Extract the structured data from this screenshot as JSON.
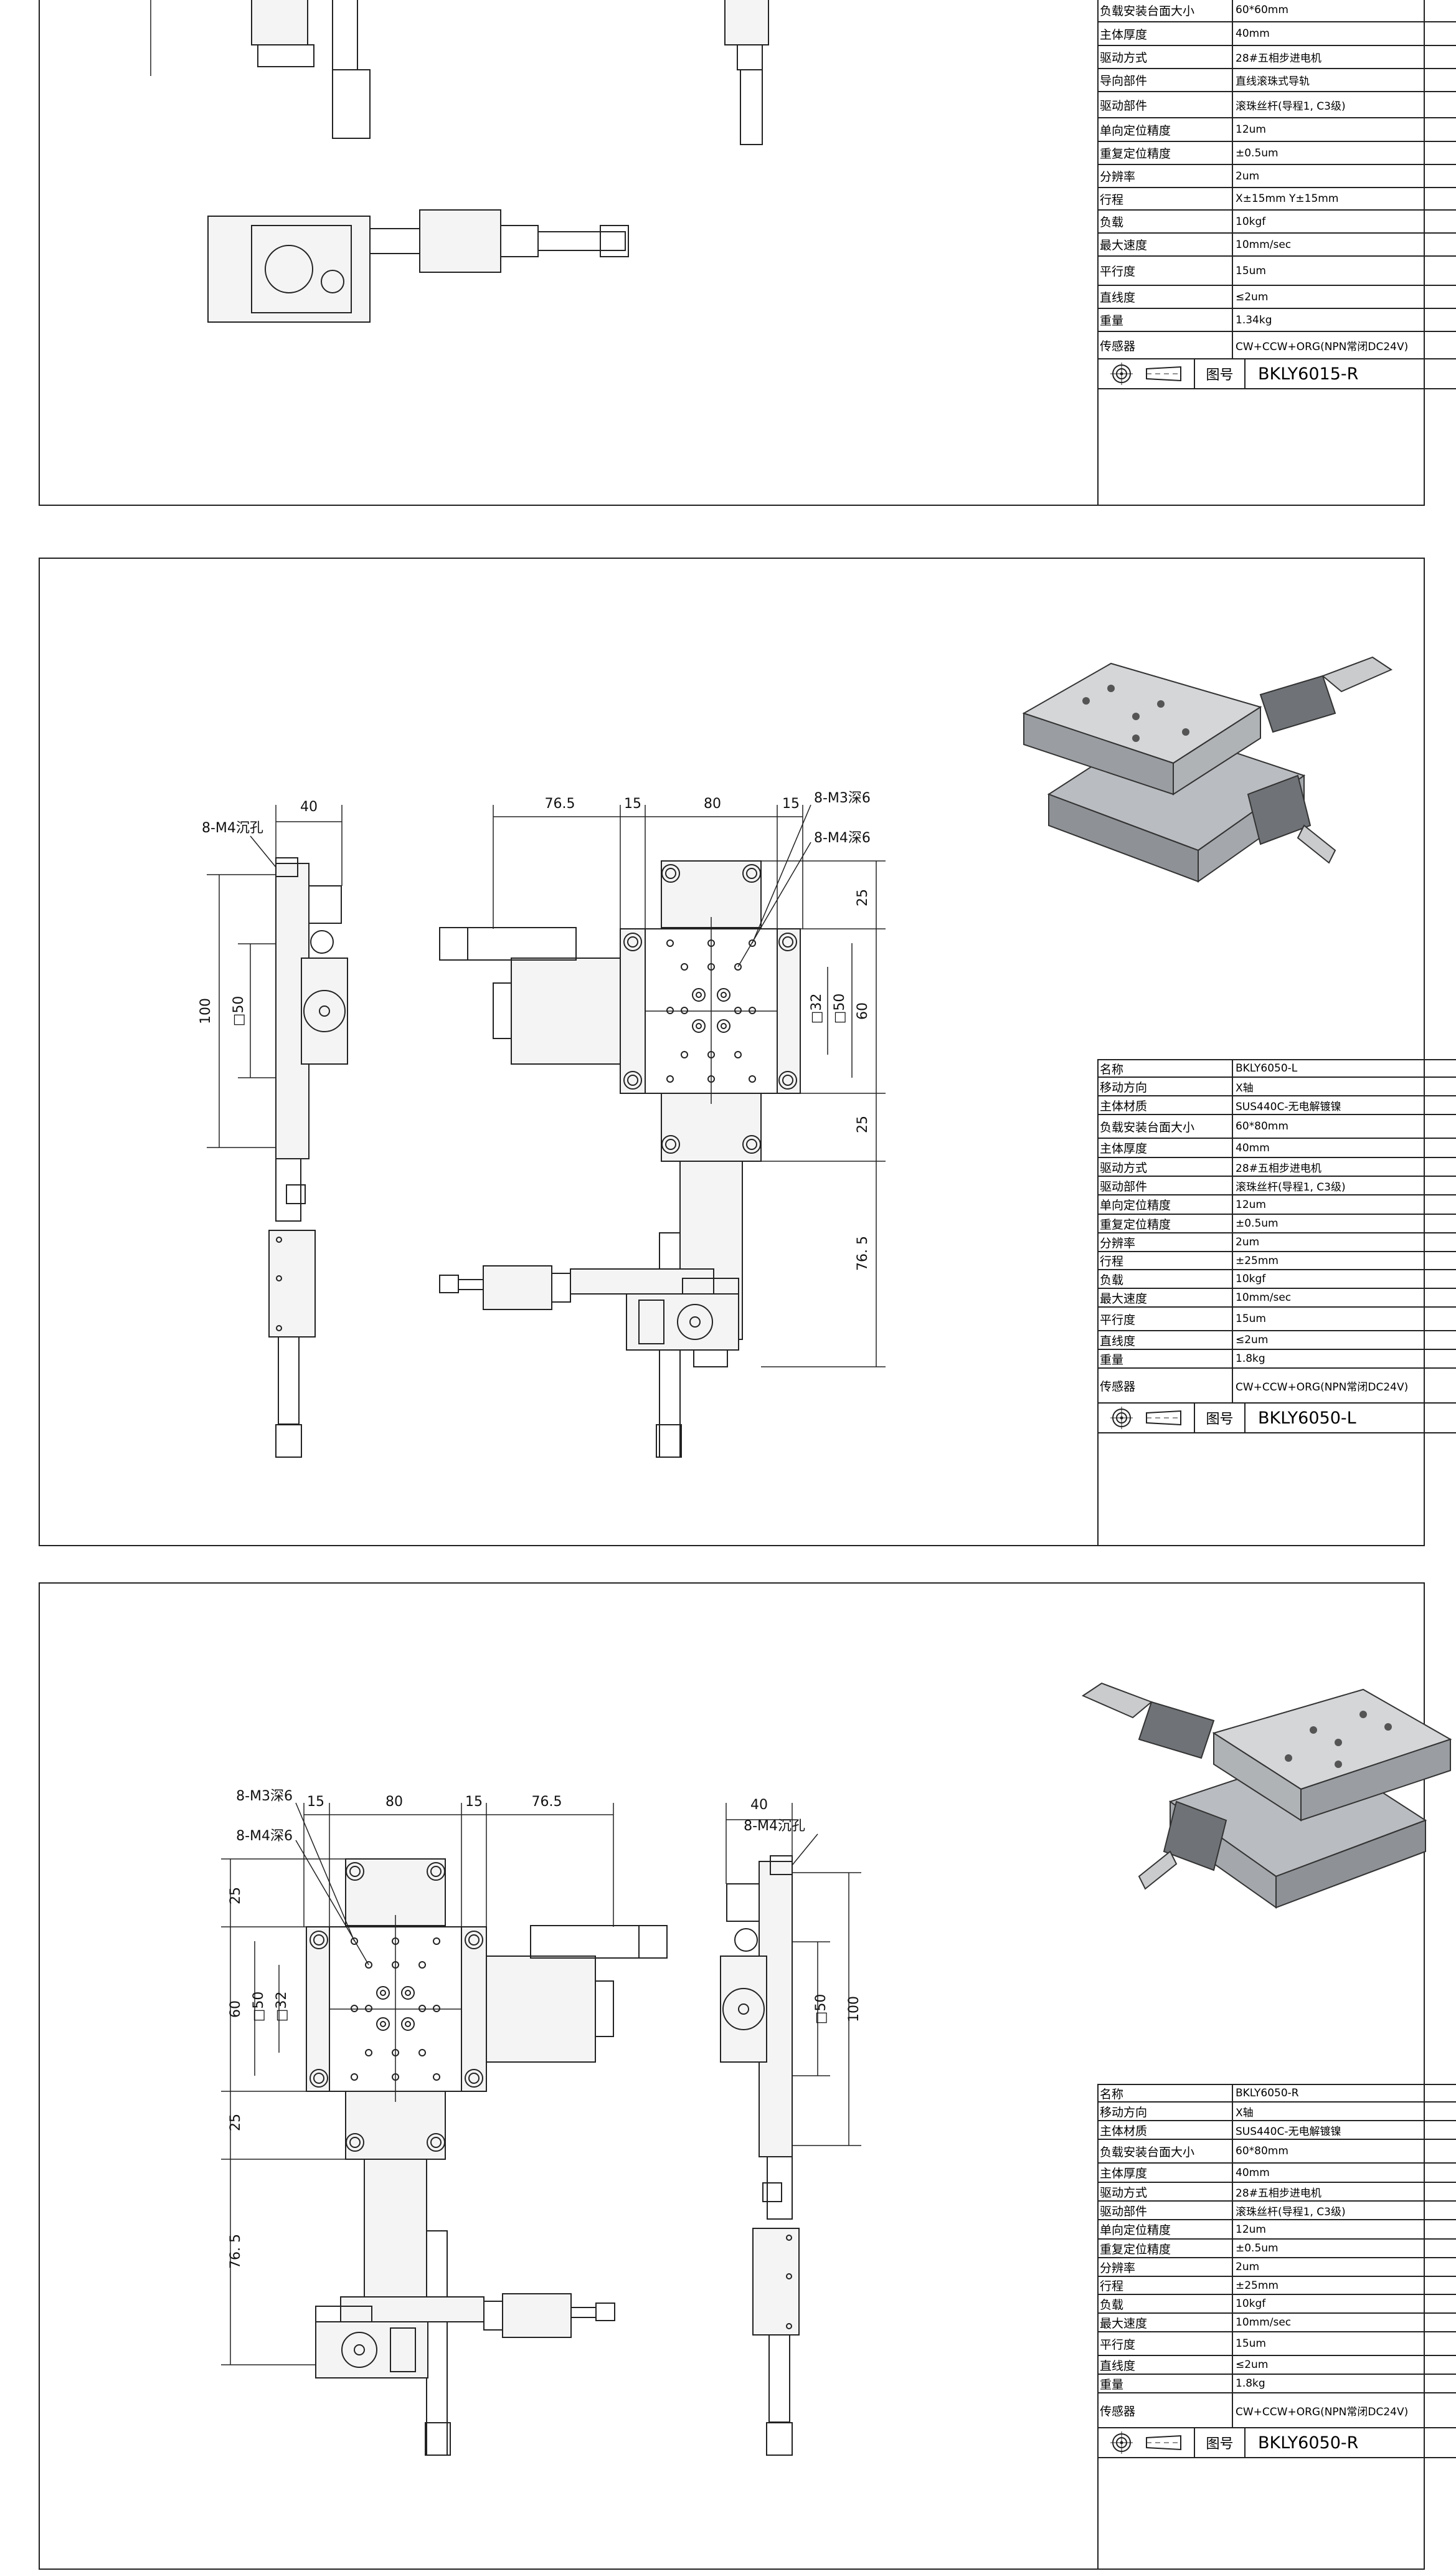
{
  "panels": [
    {
      "specs": [
        {
          "label": "负载安装台面大小",
          "value": "60*60mm"
        },
        {
          "label": "主体厚度",
          "value": "40mm"
        },
        {
          "label": "驱动方式",
          "value": "28#五相步进电机"
        },
        {
          "label": "导向部件",
          "value": "直线滚珠式导轨"
        },
        {
          "label": "驱动部件",
          "value": "滚珠丝杆(导程1, C3级)"
        },
        {
          "label": "单向定位精度",
          "value": "12um"
        },
        {
          "label": "重复定位精度",
          "value": "±0.5um"
        },
        {
          "label": "分辨率",
          "value": "2um"
        },
        {
          "label": "行程",
          "value": "X±15mm Y±15mm"
        },
        {
          "label": "负载",
          "value": "10kgf"
        },
        {
          "label": "最大速度",
          "value": "10mm/sec"
        },
        {
          "label": "平行度",
          "value": "15um"
        },
        {
          "label": "直线度",
          "value": "≤2um"
        },
        {
          "label": "重量",
          "value": "1.34kg"
        },
        {
          "label": "传感器",
          "value": "CW+CCW+ORG(NPN常闭DC24V)"
        }
      ],
      "drawing_no_label": "图号",
      "drawing_no": "BKLY6015-R"
    },
    {
      "specs": [
        {
          "label": "名称",
          "value": "BKLY6050-L"
        },
        {
          "label": "移动方向",
          "value": "X轴"
        },
        {
          "label": "主体材质",
          "value": "SUS440C-无电解镀镍"
        },
        {
          "label": "负载安装台面大小",
          "value": "60*80mm"
        },
        {
          "label": "主体厚度",
          "value": "40mm"
        },
        {
          "label": "驱动方式",
          "value": "28#五相步进电机"
        },
        {
          "label": "驱动部件",
          "value": "滚珠丝杆(导程1, C3级)"
        },
        {
          "label": "单向定位精度",
          "value": "12um"
        },
        {
          "label": "重复定位精度",
          "value": "±0.5um"
        },
        {
          "label": "分辨率",
          "value": "2um"
        },
        {
          "label": "行程",
          "value": "±25mm"
        },
        {
          "label": "负载",
          "value": "10kgf"
        },
        {
          "label": "最大速度",
          "value": "10mm/sec"
        },
        {
          "label": "平行度",
          "value": "15um"
        },
        {
          "label": "直线度",
          "value": "≤2um"
        },
        {
          "label": "重量",
          "value": "1.8kg"
        },
        {
          "label": "传感器",
          "value": "CW+CCW+ORG(NPN常闭DC24V)"
        }
      ],
      "drawing_no_label": "图号",
      "drawing_no": "BKLY6050-L",
      "dims": {
        "top_left": "76.5",
        "top_15a": "15",
        "top_80": "80",
        "top_15b": "15",
        "m3": "8-M3深6",
        "m4": "8-M4深6",
        "right_25a": "25",
        "right_60": "60",
        "right_25b": "25",
        "right_76_5": "76. 5",
        "sq32": "□32",
        "sq50": "□50",
        "side_w": "40",
        "side_h": "100",
        "side_sq50": "□50",
        "side_holes": "8-M4沉孔"
      }
    },
    {
      "specs": [
        {
          "label": "名称",
          "value": "BKLY6050-R"
        },
        {
          "label": "移动方向",
          "value": "X轴"
        },
        {
          "label": "主体材质",
          "value": "SUS440C-无电解镀镍"
        },
        {
          "label": "负载安装台面大小",
          "value": "60*80mm"
        },
        {
          "label": "主体厚度",
          "value": "40mm"
        },
        {
          "label": "驱动方式",
          "value": "28#五相步进电机"
        },
        {
          "label": "驱动部件",
          "value": "滚珠丝杆(导程1, C3级)"
        },
        {
          "label": "单向定位精度",
          "value": "12um"
        },
        {
          "label": "重复定位精度",
          "value": "±0.5um"
        },
        {
          "label": "分辨率",
          "value": "2um"
        },
        {
          "label": "行程",
          "value": "±25mm"
        },
        {
          "label": "负载",
          "value": "10kgf"
        },
        {
          "label": "最大速度",
          "value": "10mm/sec"
        },
        {
          "label": "平行度",
          "value": "15um"
        },
        {
          "label": "直线度",
          "value": "≤2um"
        },
        {
          "label": "重量",
          "value": "1.8kg"
        },
        {
          "label": "传感器",
          "value": "CW+CCW+ORG(NPN常闭DC24V)"
        }
      ],
      "drawing_no_label": "图号",
      "drawing_no": "BKLY6050-R",
      "dims": {
        "top_left": "76.5",
        "top_15a": "15",
        "top_80": "80",
        "top_15b": "15",
        "m3": "8-M3深6",
        "m4": "8-M4深6",
        "right_25a": "25",
        "right_60": "60",
        "right_25b": "25",
        "right_76_5": "76. 5",
        "sq32": "□32",
        "sq50": "□50",
        "side_w": "40",
        "side_h": "100",
        "side_sq50": "□50",
        "side_holes": "8-M4沉孔"
      }
    }
  ]
}
